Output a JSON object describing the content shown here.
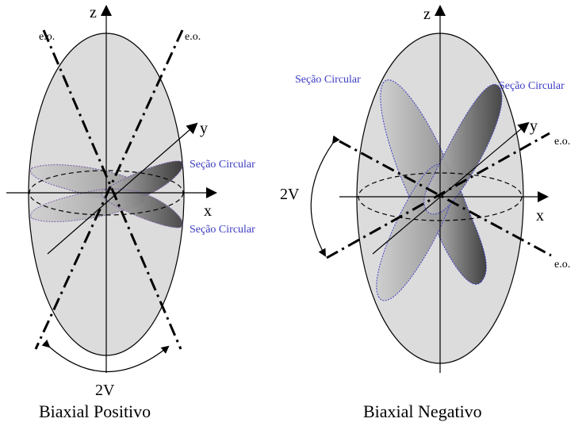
{
  "diagrams": [
    {
      "caption": "Biaxial Positivo",
      "axis_z": "z",
      "axis_x": "x",
      "axis_y": "y",
      "optic_axis_1": "e.o.",
      "optic_axis_2": "e.o.",
      "section_1": "Seção Circular",
      "section_2": "Seção Circular",
      "angle": "2V"
    },
    {
      "caption": "Biaxial Negativo",
      "axis_z": "z",
      "axis_x": "x",
      "axis_y": "y",
      "optic_axis_1": "e.o.",
      "optic_axis_2": "e.o.",
      "section_1": "Seção Circular",
      "section_2": "Seção Circular",
      "angle": "2V"
    }
  ],
  "colors": {
    "ellipsoid_fill": "#dcdcdc",
    "section_label": "#3b3bc4",
    "section_outline": "#7a5aa8"
  }
}
